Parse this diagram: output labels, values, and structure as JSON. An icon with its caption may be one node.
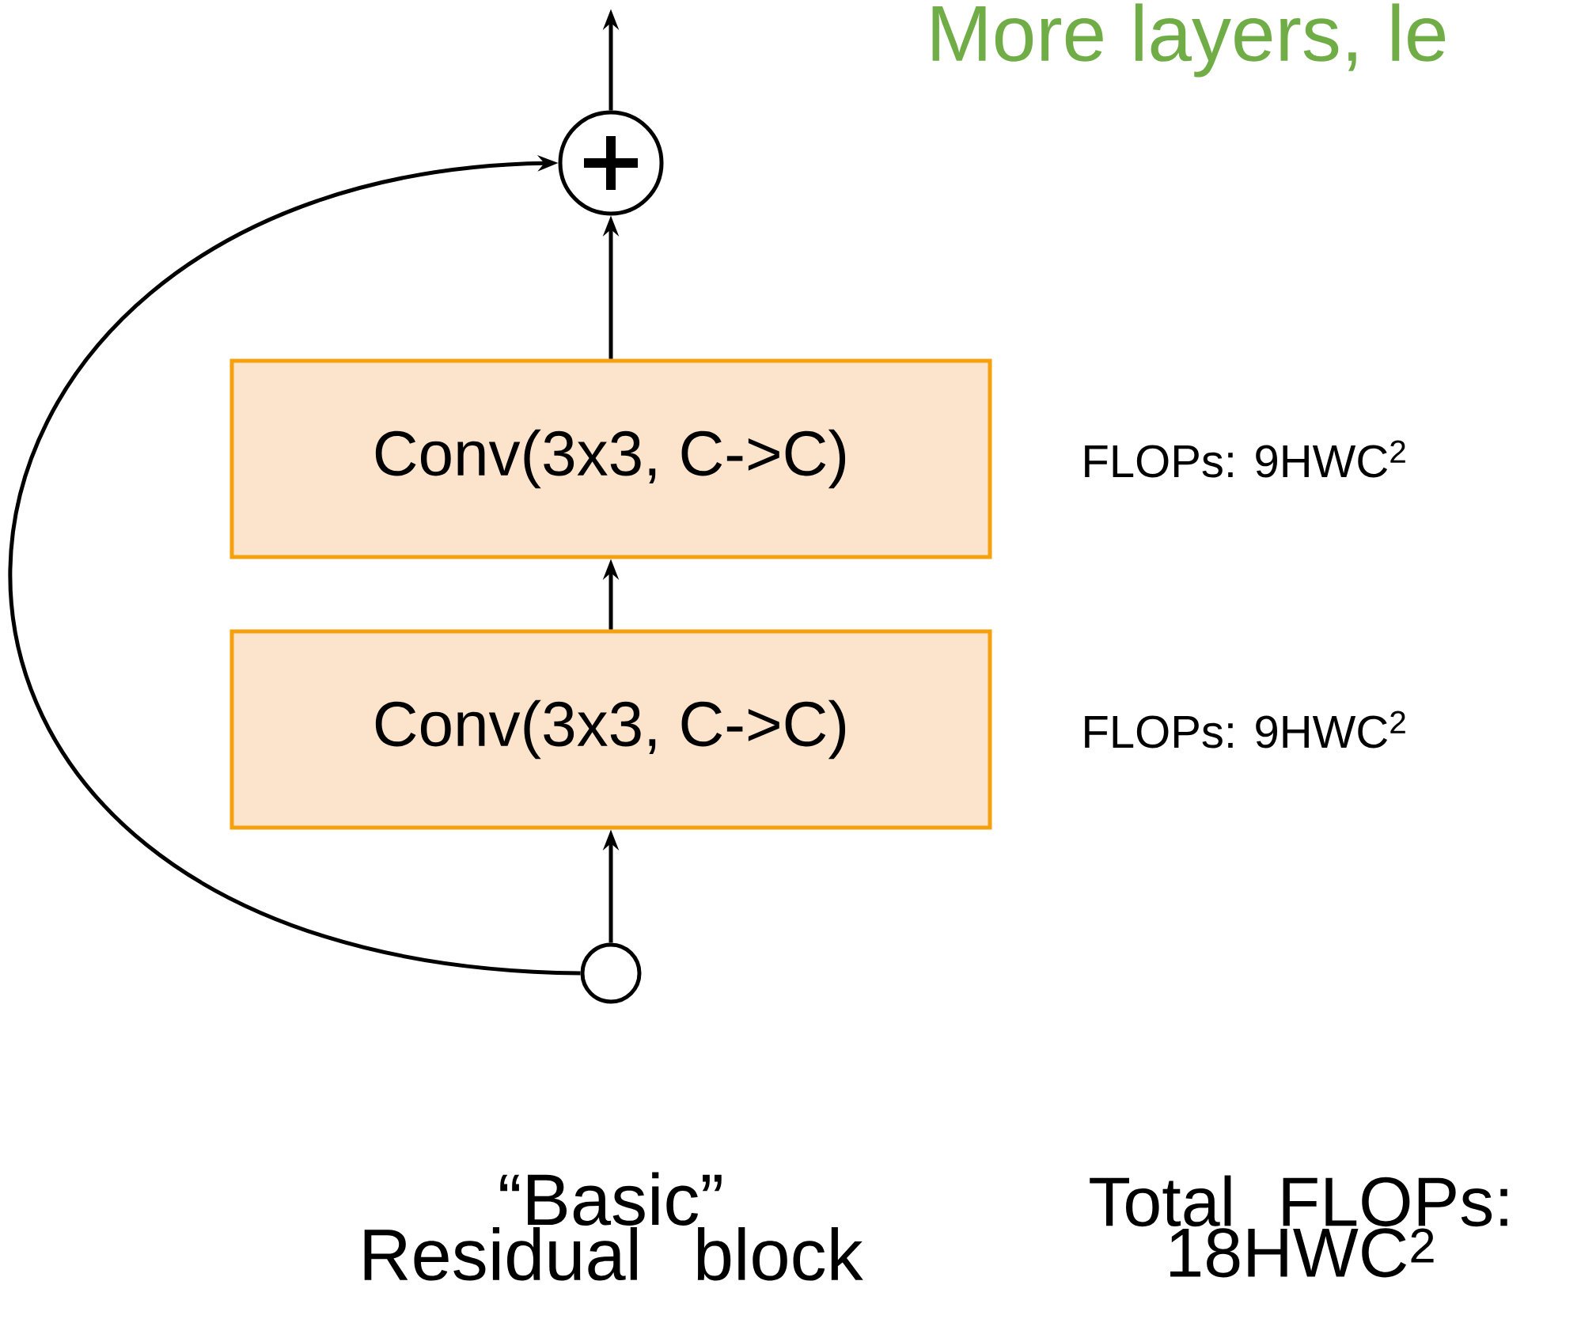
{
  "diagram": {
    "nodes": [
      {
        "text": [],
        "shape": "circle"
      },
      {
        "text": [
          "Conv(3x3, C->C)"
        ],
        "beside": [
          "FLOPs: 9HWC$^{2}$"
        ]
      },
      {
        "text": [
          "Conv(3x3, C->C)"
        ],
        "beside": [
          "FLOPs: 9HWC$^{2}$"
        ]
      },
      {
        "text": [],
        "shape": "circle"
      }
    ],
    "edges": [
      {
        "from": 3,
        "to": 2,
        "arrow": "to"
      },
      {
        "from": 2,
        "to": 1,
        "arrow": "to"
      },
      {
        "from": 1,
        "to": 0,
        "arrow": "to"
      },
      {
        "from": 3,
        "to": 0,
        "arrow": "to"
      },
      {
        "from": 0,
        "to": null,
        "arrow": "to"
      }
    ],
    "labels": [
      "More layers, le",
      "“Basic” Residual block",
      "Total FLOPs: 18HWC$^{2}$"
    ]
  }
}
